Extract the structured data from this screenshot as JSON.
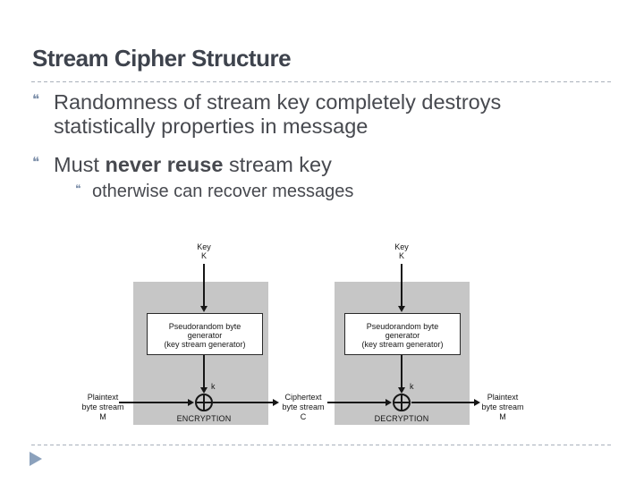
{
  "slide": {
    "title": "Stream Cipher Structure",
    "marker_glyph": "❝",
    "bullets": {
      "b1": {
        "line1": "Randomness of stream key completely destroys",
        "line2": "statistically properties in message"
      },
      "b2": {
        "pre": "Must ",
        "bold": "never reuse",
        "post": " stream key"
      },
      "b3": {
        "text": "otherwise can recover messages"
      }
    }
  },
  "diagram": {
    "key": {
      "line1": "Key",
      "line2": "K"
    },
    "generator": {
      "lines": [
        "Pseudorandom byte",
        "generator",
        "(key stream generator)"
      ]
    },
    "k_label": "k",
    "plaintext_in": {
      "line1": "Plaintext",
      "line2": "byte stream",
      "symbol": "M"
    },
    "ciphertext": {
      "line1": "Ciphertext",
      "line2": "byte stream",
      "symbol": "C"
    },
    "plaintext_out": {
      "line1": "Plaintext",
      "line2": "byte stream",
      "symbol": "M"
    },
    "encryption_label": "ENCRYPTION",
    "decryption_label": "DECRYPTION"
  },
  "colors": {
    "title_text": "#3e434d",
    "body_text": "#47494f",
    "bullet_marker": "#7e90aa",
    "separator_dash": "#a9b0bb",
    "footer_triangle": "#8ba1bc",
    "diagram_box_fill": "#c6c6c6",
    "diagram_ink": "#161616"
  }
}
